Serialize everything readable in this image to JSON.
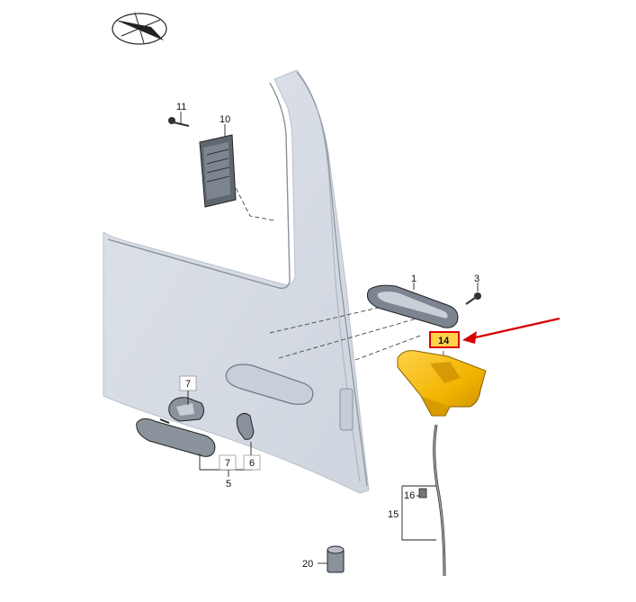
{
  "diagram": {
    "labels": {
      "p1": "1",
      "p3": "3",
      "p5": "5",
      "p6": "6",
      "p7_top": "7",
      "p7_bottom": "7",
      "p10": "10",
      "p11": "11",
      "p14": "14",
      "p15": "15",
      "p16": "16",
      "p20": "20"
    },
    "highlight": {
      "part": "14",
      "box_color": "#e00000",
      "fill_color": "#f2b400",
      "arrow_color": "#d40000"
    },
    "icons": {
      "orientation": "compass-icon"
    }
  }
}
